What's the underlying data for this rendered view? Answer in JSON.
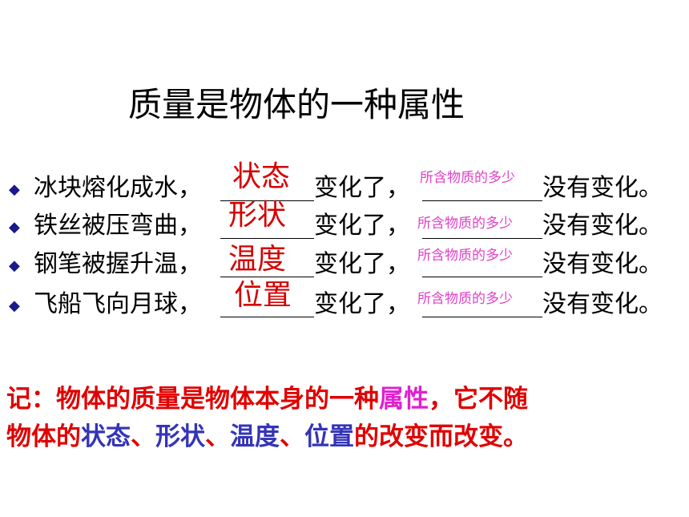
{
  "colors": {
    "answer": "#d40000",
    "hint": "#e040c8",
    "note": "#e00000",
    "attribute": "#e020d0",
    "list_words": "#3434b8",
    "bullet": "#1a1a8c"
  },
  "title": "质量是物体的一种属性",
  "rows": [
    {
      "prefix": "冰块熔化成水，",
      "answer": "状态",
      "middle": "变化了，",
      "hint": "所含物质的多少",
      "suffix": "没有变化。"
    },
    {
      "prefix": "铁丝被压弯曲，",
      "answer": "形状",
      "middle": "变化了，",
      "hint": "所含物质的多少",
      "suffix": "没有变化。"
    },
    {
      "prefix": "钢笔被握升温，",
      "answer": "温度",
      "middle": "变化了，",
      "hint": "所含物质的多少",
      "suffix": "没有变化。"
    },
    {
      "prefix": "飞船飞向月球，",
      "answer": "位置",
      "middle": "变化了，",
      "hint": "所含物质的多少",
      "suffix": "没有变化。"
    }
  ],
  "bullet_icon": "diamond-bullet",
  "note": {
    "line1_start": "记：物体的质量是物体本身的一种",
    "line1_highlight": "属性",
    "line1_end": "，它不随",
    "line2_start": "物体的",
    "w1": "状态",
    "sep1": "、",
    "w2": "形状",
    "sep2": "、",
    "w3": "温度",
    "sep3": "、",
    "w4": "位置",
    "line2_end": "的改变而改变。"
  }
}
